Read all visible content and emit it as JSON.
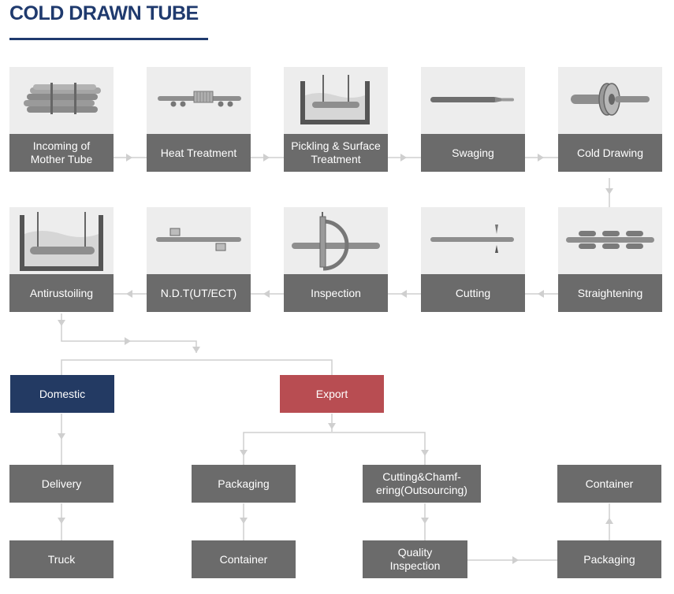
{
  "title": "COLD DRAWN TUBE",
  "colors": {
    "title": "#1f3a6e",
    "label_bg": "#6b6b6b",
    "image_bg": "#ededed",
    "domestic": "#233a63",
    "export": "#b84d52",
    "connector": "#cfcfcf"
  },
  "process_row1": [
    {
      "label": "Incoming of\nMother Tube",
      "icon": "tube-bundle-icon"
    },
    {
      "label": "Heat Treatment",
      "icon": "furnace-conveyor-icon"
    },
    {
      "label": "Pickling & Surface\nTreatment",
      "icon": "pickling-tank-icon"
    },
    {
      "label": "Swaging",
      "icon": "swaging-tube-icon"
    },
    {
      "label": "Cold Drawing",
      "icon": "drawing-die-icon"
    }
  ],
  "process_row2": [
    {
      "label": "Antirustoiling",
      "icon": "oil-tank-icon"
    },
    {
      "label": "N.D.T(UT/ECT)",
      "icon": "ndt-probe-icon"
    },
    {
      "label": "Inspection",
      "icon": "inspection-gauge-icon"
    },
    {
      "label": "Cutting",
      "icon": "cutting-blade-icon"
    },
    {
      "label": "Straightening",
      "icon": "straightening-rolls-icon"
    }
  ],
  "distribution": {
    "domestic": "Domestic",
    "export": "Export",
    "delivery": "Delivery",
    "truck": "Truck",
    "packaging_export": "Packaging",
    "container_export": "Container",
    "cutting_chamfering": "Cutting&Chamf-\nering(Outsourcing)",
    "quality_inspection": "Quality\nInspection",
    "packaging_final": "Packaging",
    "container_final": "Container"
  }
}
